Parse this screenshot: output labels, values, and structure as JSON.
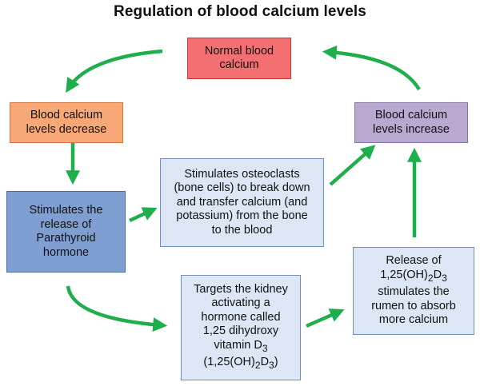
{
  "title": "Regulation of blood calcium levels",
  "colors": {
    "arrow": "#1fae4c",
    "normal_fill": "#f36f72",
    "normal_border": "#c9383b",
    "decrease_fill": "#f7a876",
    "decrease_border": "#d9753c",
    "increase_fill": "#b9a9d0",
    "increase_border": "#8875a8",
    "blue_dark_fill": "#7f9fd2",
    "blue_dark_border": "#4a6ea8",
    "blue_light_fill": "#dce6f4",
    "blue_light_border": "#6f8fc2"
  },
  "boxes": {
    "normal": [
      "Normal blood",
      "calcium"
    ],
    "decrease": [
      "Blood calcium",
      "levels decrease"
    ],
    "increase": [
      "Blood calcium",
      "levels increase"
    ],
    "pth": [
      "Stimulates the",
      "release of",
      "Parathyroid",
      "hormone"
    ],
    "osteoclasts": [
      "Stimulates osteoclasts",
      "(bone cells) to break down",
      "and transfer calcium (and",
      "potassium) from the bone",
      "to the blood"
    ],
    "kidney": {
      "l1": "Targets the kidney",
      "l2": "activating a",
      "l3": "hormone called",
      "l4": "1,25 dihydroxy",
      "l5a": "vitamin D",
      "l5sub": "3",
      "l6a": "(1,25(OH)",
      "l6sub1": "2",
      "l6b": "D",
      "l6sub2": "3",
      "l6c": ")"
    },
    "release": {
      "l1": "Release of",
      "l2a": "1,25(OH)",
      "l2sub1": "2",
      "l2b": "D",
      "l2sub2": "3",
      "l3": "stimulates the",
      "l4": "rumen to absorb",
      "l5": "more calcium"
    }
  }
}
